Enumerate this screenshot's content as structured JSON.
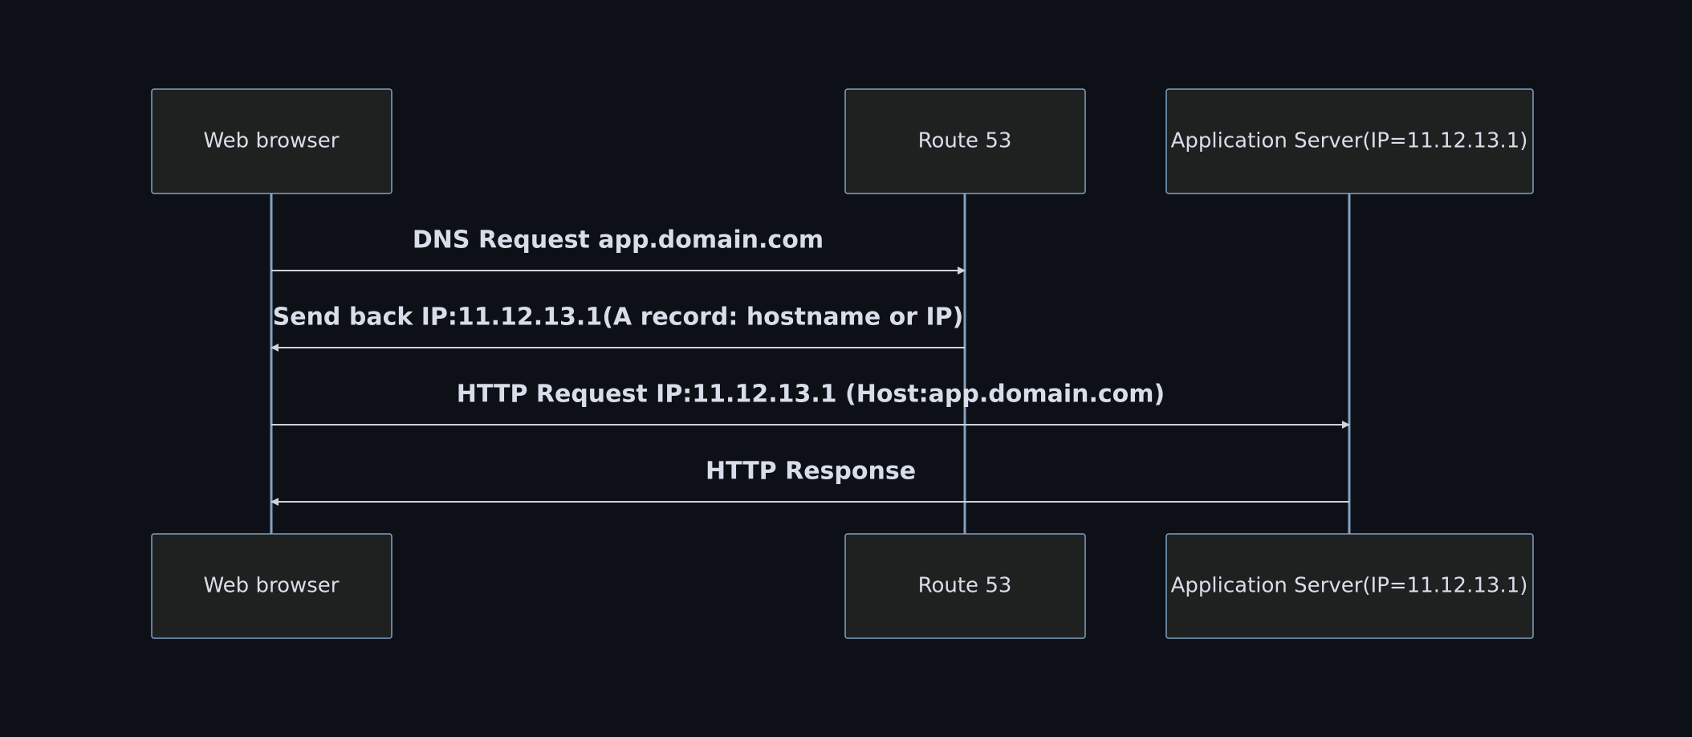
{
  "actors": [
    {
      "id": "browser",
      "label": "Web browser"
    },
    {
      "id": "route53",
      "label": "Route 53"
    },
    {
      "id": "appserver",
      "label": "Application Server(IP=11.12.13.1)"
    }
  ],
  "messages": [
    {
      "from": "browser",
      "to": "route53",
      "label": "DNS Request app.domain.com"
    },
    {
      "from": "route53",
      "to": "browser",
      "label": "Send back IP:11.12.13.1(A record: hostname or IP)"
    },
    {
      "from": "browser",
      "to": "appserver",
      "label": "HTTP Request IP:11.12.13.1 (Host:app.domain.com)"
    },
    {
      "from": "appserver",
      "to": "browser",
      "label": "HTTP Response"
    }
  ],
  "colors": {
    "background": "#0d1117",
    "actor_fill": "#1f2020",
    "actor_border": "#81a1c1",
    "lifeline": "#81a1c1",
    "message_line": "#cfd3da",
    "text": "#d8dee9"
  }
}
